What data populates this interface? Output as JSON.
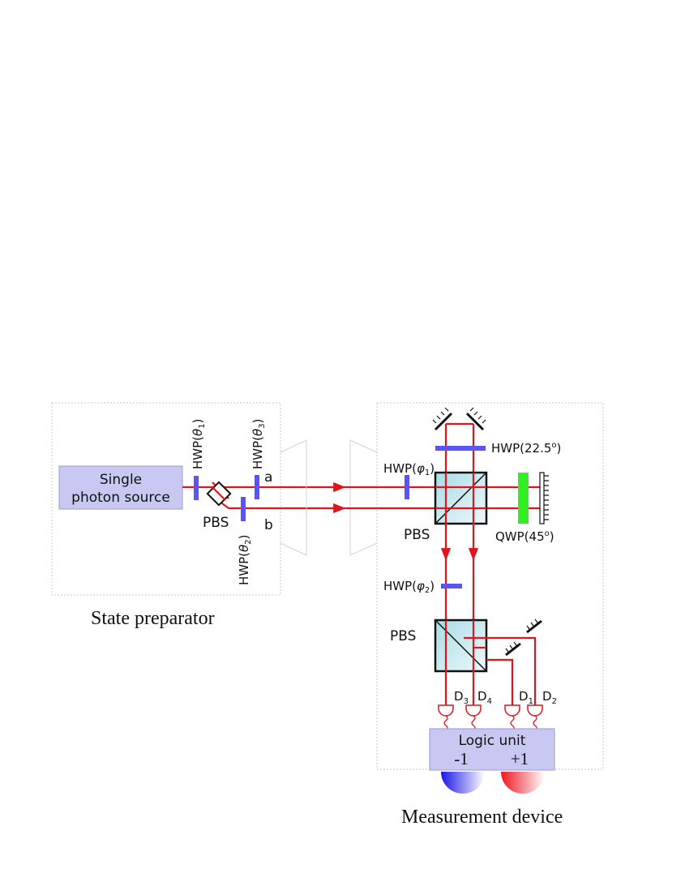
{
  "colors": {
    "beam": "#e0141b",
    "hwp": "#5a54f0",
    "qwp": "#33ee22",
    "source_box": "#c8c8f2",
    "minus_detector": "#1a14e6",
    "plus_detector": "#ef1520"
  },
  "state_preparator": {
    "caption": "State preparator",
    "source": {
      "line1": "Single",
      "line2": "photon source"
    },
    "pbs": "PBS",
    "hwp_theta1": {
      "main": "HWP(",
      "symbol": "θ",
      "sub": "1",
      "close": ")"
    },
    "hwp_theta2": {
      "main": "HWP(",
      "symbol": "θ",
      "sub": "2",
      "close": ")"
    },
    "hwp_theta3": {
      "main": "HWP(",
      "symbol": "θ",
      "sub": "3",
      "close": ")"
    },
    "path_a": "a",
    "path_b": "b"
  },
  "measurement_device": {
    "caption": "Measurement device",
    "hwp_phi1": {
      "main": "HWP(",
      "symbol": "φ",
      "sub": "1",
      "close": ")"
    },
    "hwp_phi2": {
      "main": "HWP(",
      "symbol": "φ",
      "sub": "2",
      "close": ")"
    },
    "hwp_22": {
      "main": "HWP(22.5",
      "deg": "o",
      "close": ")"
    },
    "qwp_45": {
      "main": "QWP(45",
      "deg": "o",
      "close": ")"
    },
    "pbs_upper": "PBS",
    "pbs_lower": "PBS",
    "detectors": [
      {
        "main": "D",
        "sub": "3"
      },
      {
        "main": "D",
        "sub": "4"
      },
      {
        "main": "D",
        "sub": "1"
      },
      {
        "main": "D",
        "sub": "2"
      }
    ],
    "logic_unit": "Logic unit",
    "minus_value": "-1",
    "plus_value": "+1"
  }
}
